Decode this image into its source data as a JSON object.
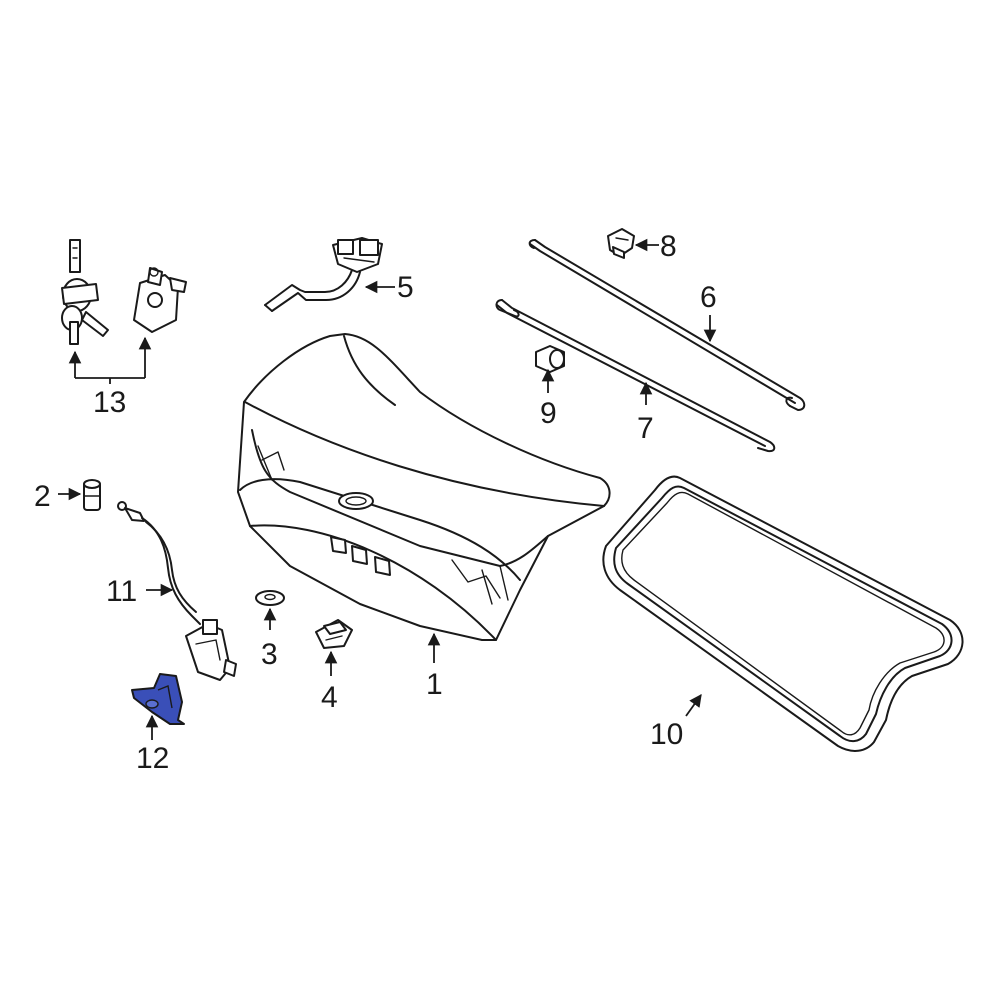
{
  "callouts": {
    "c1": "1",
    "c2": "2",
    "c3": "3",
    "c4": "4",
    "c5": "5",
    "c6": "6",
    "c7": "7",
    "c8": "8",
    "c9": "9",
    "c10": "10",
    "c11": "11",
    "c12": "12",
    "c13": "13"
  },
  "colors": {
    "line": "#1a1a1a",
    "highlight": "#3a4fb8",
    "background": "#ffffff"
  }
}
